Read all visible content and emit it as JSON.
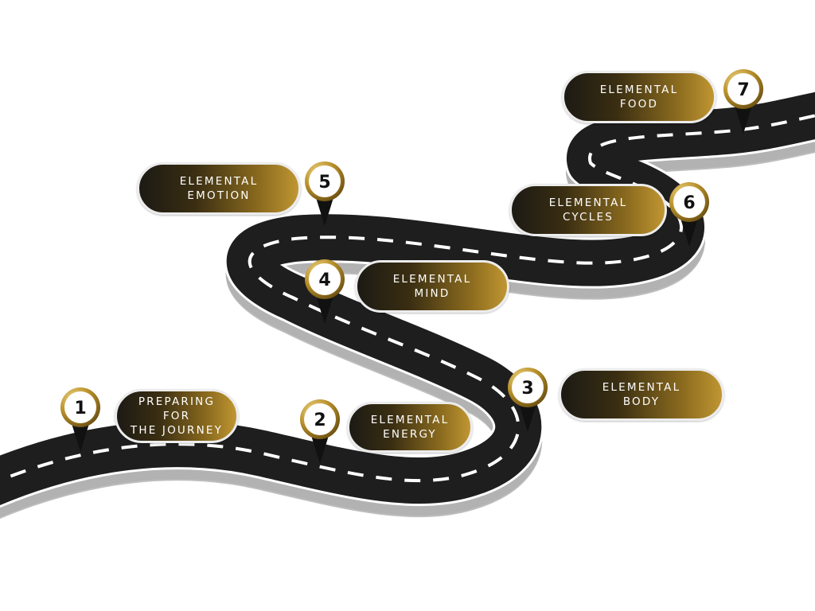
{
  "road": {
    "asphalt_color": "#1e1e1e",
    "curb_color": "#bdbdbd",
    "lane_marking_color": "#ffffff"
  },
  "pin": {
    "ring_color": "#b8902a",
    "face_color": "#ffffff",
    "tip_color": "#111111"
  },
  "milestones": [
    {
      "number": "1",
      "label_lines": [
        "PREPARING",
        "FOR",
        "THE JOURNEY"
      ]
    },
    {
      "number": "2",
      "label_lines": [
        "ELEMENTAL",
        "ENERGY"
      ]
    },
    {
      "number": "3",
      "label_lines": [
        "ELEMENTAL",
        "BODY"
      ]
    },
    {
      "number": "4",
      "label_lines": [
        "ELEMENTAL",
        "MIND"
      ]
    },
    {
      "number": "5",
      "label_lines": [
        "ELEMENTAL",
        "EMOTION"
      ]
    },
    {
      "number": "6",
      "label_lines": [
        "ELEMENTAL",
        "CYCLES"
      ]
    },
    {
      "number": "7",
      "label_lines": [
        "ELEMENTAL",
        "FOOD"
      ]
    }
  ]
}
